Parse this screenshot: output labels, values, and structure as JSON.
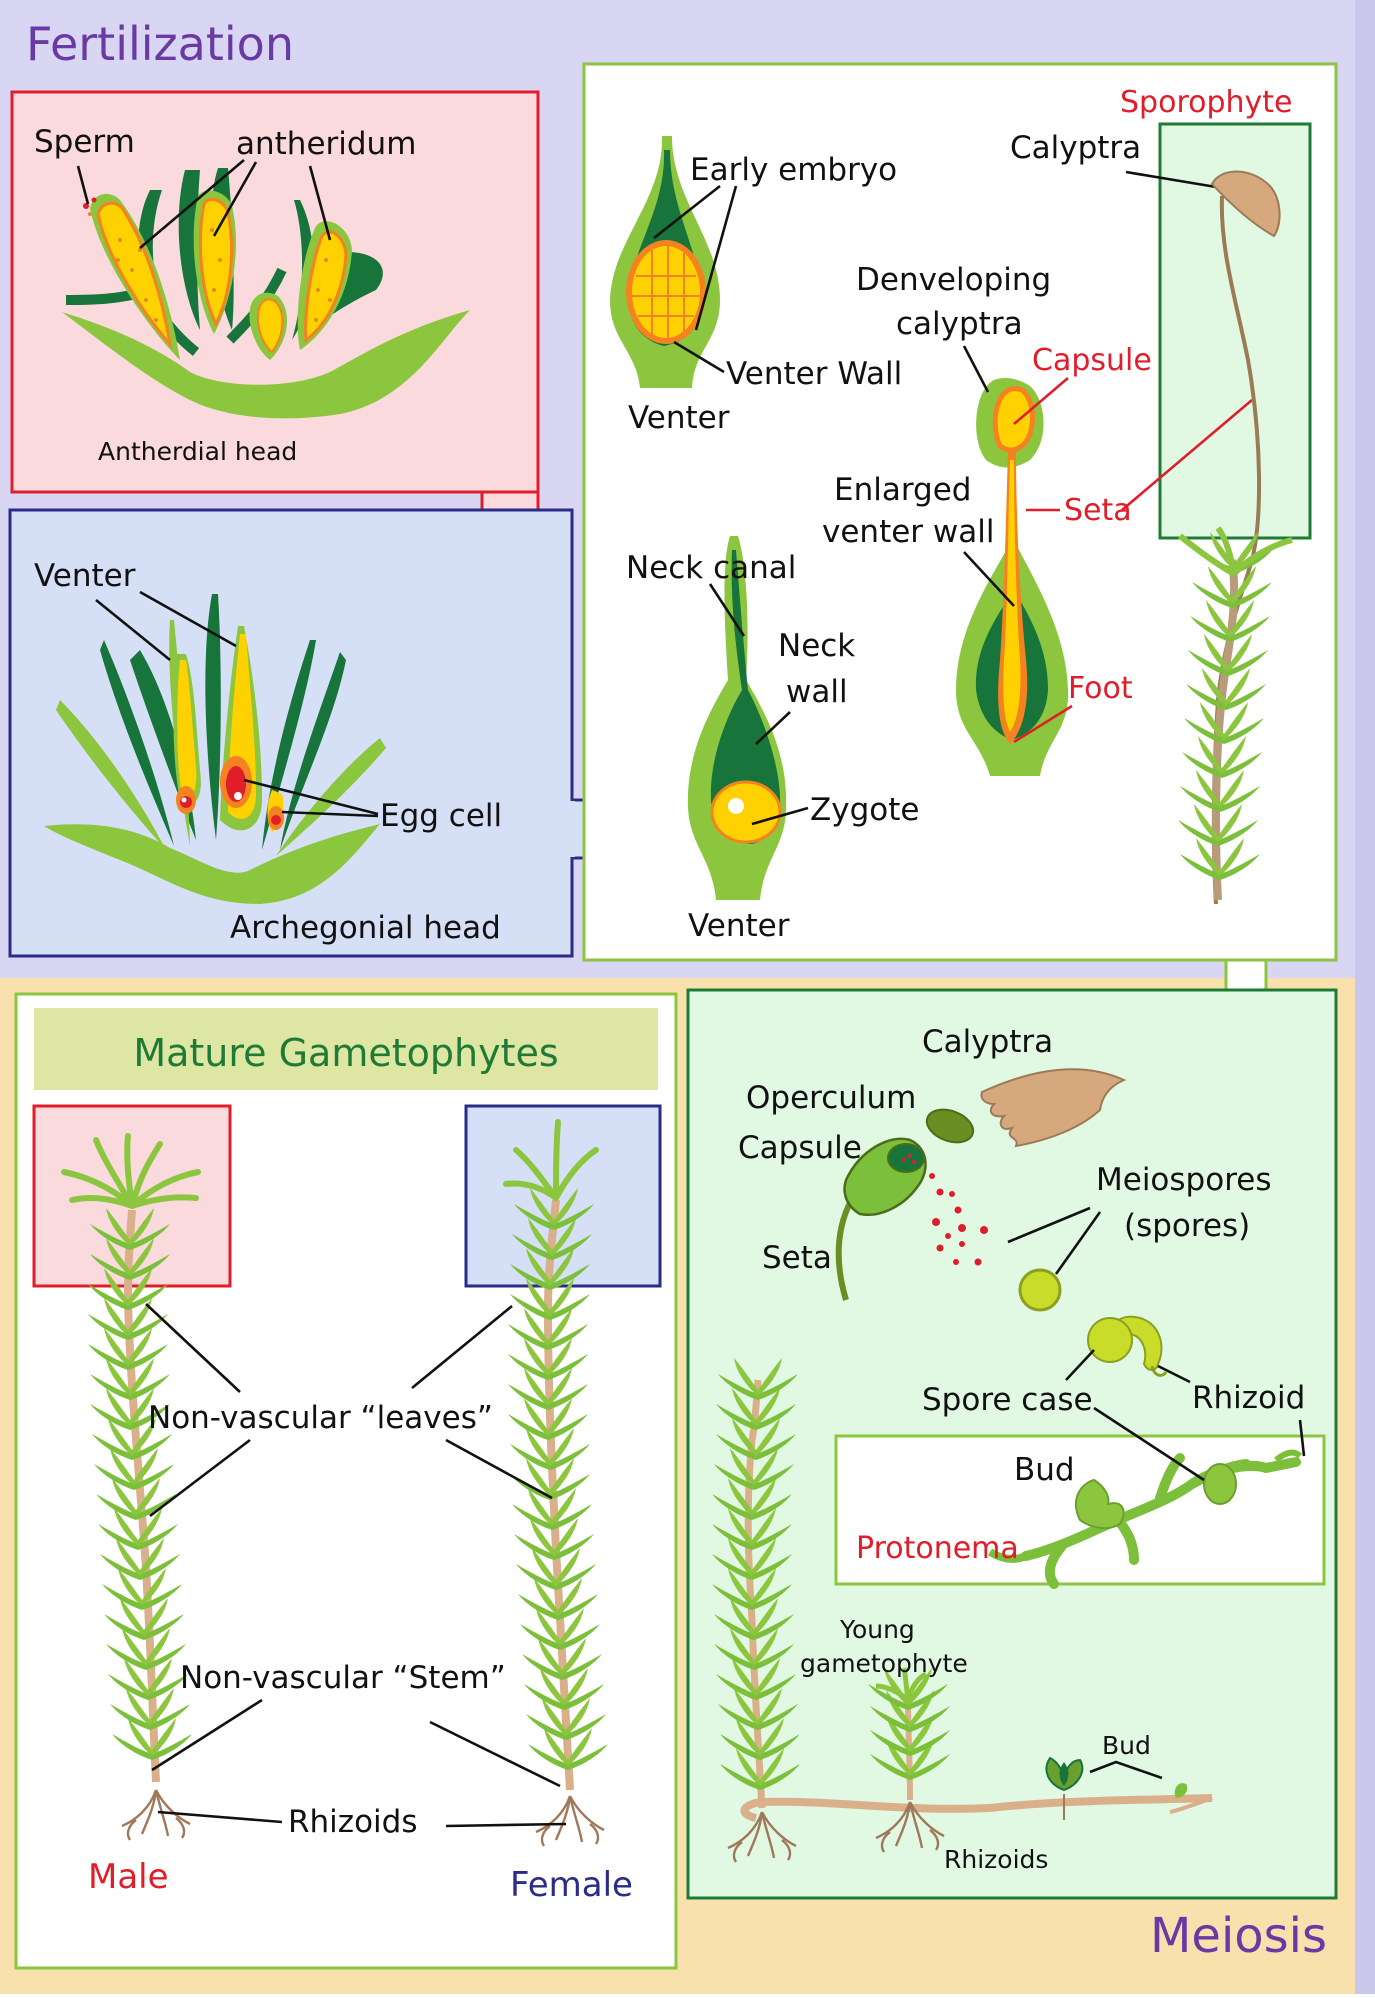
{
  "sections": {
    "fertilization": "Fertilization",
    "meiosis": "Meiosis",
    "mature_title": "Mature Gametophytes"
  },
  "antheridial": {
    "sperm": "Sperm",
    "antheridum": "antheridum",
    "head": "Antherdial head"
  },
  "archegonial": {
    "venter": "Venter",
    "egg_cell": "Egg cell",
    "head": "Archegonial head"
  },
  "embryo": {
    "early_embryo": "Early embryo",
    "venter_wall": "Venter Wall",
    "venter": "Venter"
  },
  "neck": {
    "neck_canal": "Neck canal",
    "neck_wall_1": "Neck",
    "neck_wall_2": "wall",
    "zygote": "Zygote",
    "venter": "Venter"
  },
  "developing": {
    "line1": "Denveloping",
    "line2": "calyptra",
    "capsule": "Capsule",
    "enlarged1": "Enlarged",
    "enlarged2": "venter wall",
    "seta": "Seta",
    "foot": "Foot"
  },
  "sporophyte": {
    "title": "Sporophyte",
    "calyptra": "Calyptra"
  },
  "mature": {
    "leaves": "Non-vascular “leaves”",
    "stem": "Non-vascular “Stem”",
    "rhizoids": "Rhizoids",
    "male": "Male",
    "female": "Female"
  },
  "meiosis_panel": {
    "calyptra": "Calyptra",
    "operculum": "Operculum",
    "capsule": "Capsule",
    "seta": "Seta",
    "meiospores1": "Meiospores",
    "meiospores2": "(spores)",
    "spore_case": "Spore case",
    "rhizoid": "Rhizoid",
    "bud": "Bud",
    "protonema": "Protonema",
    "young1": "Young",
    "young2": "gametophyte",
    "bud2": "Bud",
    "rhizoids": "Rhizoids"
  },
  "colors": {
    "lavender_bg": "#d8d6f3",
    "peach_bg": "#f8e1ad",
    "pink_box": "#fadadd",
    "blue_box": "#d5e0f7",
    "light_green_box": "#e1f9e3",
    "dark_green": "#17743a",
    "light_green": "#8cc63f",
    "yellow": "#ffd100",
    "orange": "#f58220",
    "red": "#e01e2a",
    "navy": "#2b2b8a",
    "purple": "#6a3aa4"
  }
}
